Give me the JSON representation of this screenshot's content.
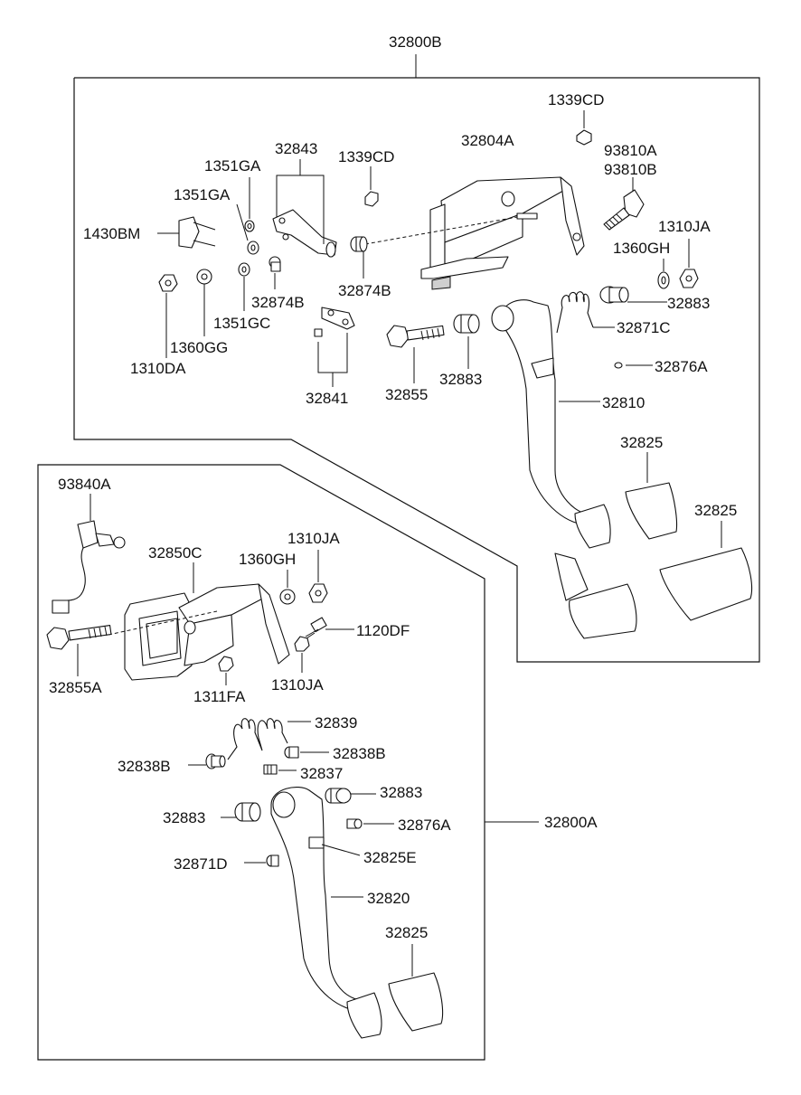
{
  "assemblies": {
    "upper": "32800B",
    "lower": "32800A"
  },
  "upper_parts": {
    "p1339CD_top": "1339CD",
    "p93810A": "93810A",
    "p93810B": "93810B",
    "p32804A": "32804A",
    "p1339CD_mid": "1339CD",
    "p32843": "32843",
    "p1351GA_a": "1351GA",
    "p1351GA_b": "1351GA",
    "p1430BM": "1430BM",
    "p1310JA": "1310JA",
    "p1360GH": "1360GH",
    "p32883_right": "32883",
    "p32871C": "32871C",
    "p32874B_a": "32874B",
    "p32874B_b": "32874B",
    "p1351GC": "1351GC",
    "p1360GG": "1360GG",
    "p1310DA": "1310DA",
    "p32876A": "32876A",
    "p32841": "32841",
    "p32855": "32855",
    "p32883_mid": "32883",
    "p32810": "32810",
    "p32825_a": "32825",
    "p32825_b": "32825"
  },
  "lower_parts": {
    "p93840A": "93840A",
    "p32850C": "32850C",
    "p1310JA_a": "1310JA",
    "p1360GH": "1360GH",
    "p1120DF": "1120DF",
    "p32855A": "32855A",
    "p1311FA": "1311FA",
    "p1310JA_b": "1310JA",
    "p32839": "32839",
    "p32838B_a": "32838B",
    "p32838B_b": "32838B",
    "p32837": "32837",
    "p32883_a": "32883",
    "p32883_b": "32883",
    "p32876A": "32876A",
    "p32825E": "32825E",
    "p32871D": "32871D",
    "p32820": "32820",
    "p32825": "32825"
  }
}
